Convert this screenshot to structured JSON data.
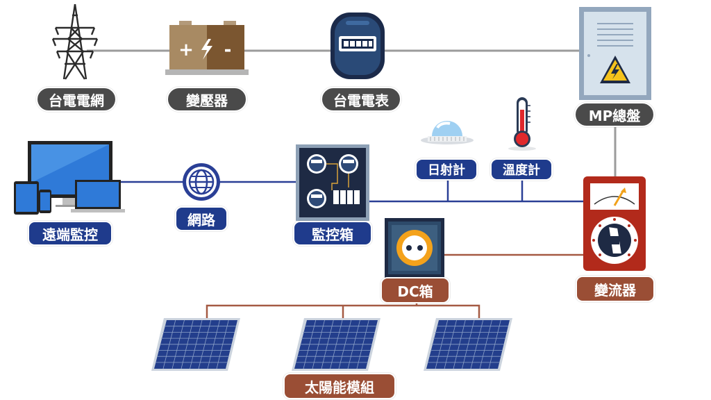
{
  "labels": {
    "grid": "台電電網",
    "transformer": "變壓器",
    "meter": "台電電表",
    "mp_panel": "MP總盤",
    "remote": "遠端監控",
    "network": "網路",
    "monitor_box": "監控箱",
    "irradiance": "日射計",
    "thermometer": "溫度計",
    "inverter": "變流器",
    "dc_box": "DC箱",
    "solar": "太陽能模組"
  },
  "icons": {
    "grid": "transmission-tower-icon",
    "transformer": "battery-icon",
    "meter": "electric-meter-icon",
    "mp_panel": "electrical-panel-icon",
    "remote": "devices-icon",
    "network": "globe-icon",
    "monitor_box": "monitor-box-icon",
    "irradiance": "pyranometer-icon",
    "thermometer": "thermometer-icon",
    "inverter": "inverter-icon",
    "dc_box": "dc-outlet-icon",
    "solar": "solar-panel-icon"
  },
  "colors": {
    "ac_line": "#999999",
    "data_line": "#2a3f96",
    "dc_line": "#a55a43",
    "label_dark": "#4a4a4a",
    "label_blue": "#1f3b8c",
    "label_brown": "#9a4e35"
  }
}
